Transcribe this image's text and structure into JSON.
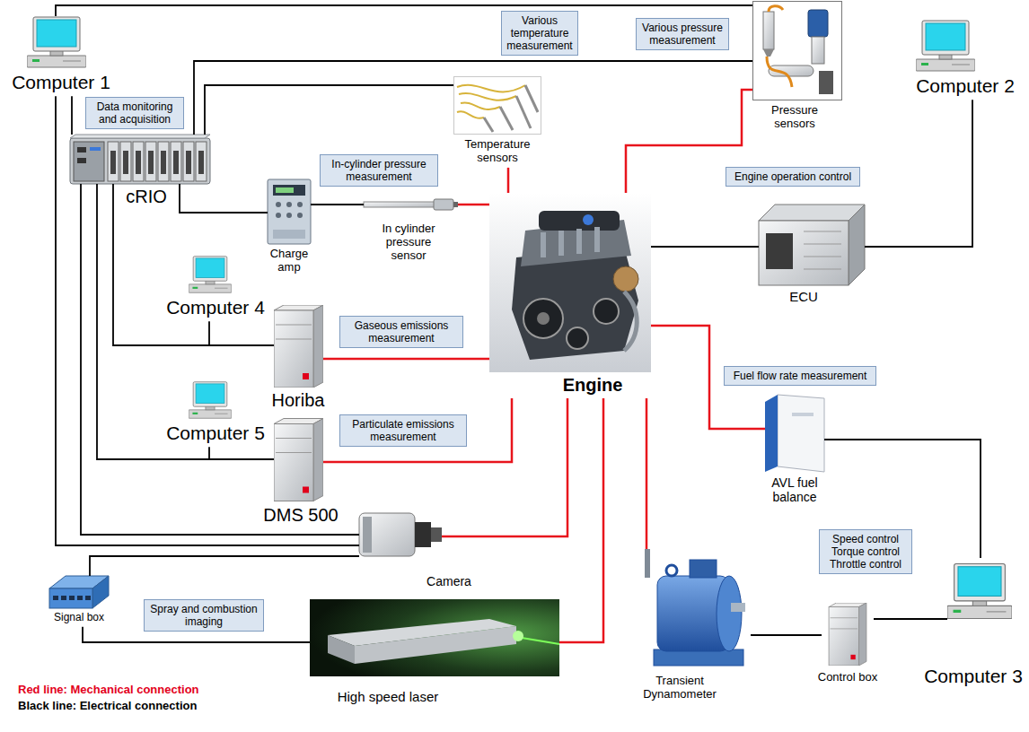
{
  "diagram": {
    "nodes": [
      {
        "text": [
          "Computer 1"
        ]
      },
      {
        "text": [
          "Data monitoring and acquisition"
        ]
      },
      {
        "text": [
          "cRIO"
        ]
      },
      {
        "text": [
          "Various temperature measurement"
        ]
      },
      {
        "text": [
          "Temperature sensors"
        ]
      },
      {
        "text": [
          "Various pressure measurement"
        ]
      },
      {
        "text": [
          "Pressure sensors"
        ]
      },
      {
        "text": [
          "Computer 2"
        ]
      },
      {
        "text": [
          "In-cylinder pressure measurement"
        ]
      },
      {
        "text": [
          "Charge amp"
        ]
      },
      {
        "text": [
          "In cylinder pressure sensor"
        ]
      },
      {
        "text": [
          "Engine operation control"
        ]
      },
      {
        "text": [
          "Engine"
        ]
      },
      {
        "text": [
          "ECU"
        ]
      },
      {
        "text": [
          "Computer 4"
        ]
      },
      {
        "text": [
          "Gaseous emissions measurement"
        ]
      },
      {
        "text": [
          "Horiba"
        ]
      },
      {
        "text": [
          "Fuel flow rate measurement"
        ]
      },
      {
        "text": [
          "AVL fuel balance"
        ]
      },
      {
        "text": [
          "Computer 5"
        ]
      },
      {
        "text": [
          "Particulate emissions measurement"
        ]
      },
      {
        "text": [
          "DMS 500"
        ]
      },
      {
        "text": [
          "Camera"
        ]
      },
      {
        "text": [
          "Signal box"
        ]
      },
      {
        "text": [
          "Spray and combustion imaging"
        ]
      },
      {
        "text": [
          "High speed laser"
        ]
      },
      {
        "text": [
          "Transient Dynamometer"
        ]
      },
      {
        "text": [
          "Speed control Torque control Throttle control"
        ]
      },
      {
        "text": [
          "Control box"
        ]
      },
      {
        "text": [
          "Computer 3"
        ]
      }
    ],
    "edges": [
      {
        "from": 0,
        "to": 6,
        "arrow": "none"
      },
      {
        "from": 2,
        "to": 6,
        "arrow": "none"
      },
      {
        "from": 2,
        "to": 4,
        "arrow": "none"
      },
      {
        "from": 0,
        "to": 2,
        "arrow": "none"
      },
      {
        "from": 0,
        "to": 22,
        "arrow": "none"
      },
      {
        "from": 2,
        "to": 22,
        "arrow": "none"
      },
      {
        "from": 2,
        "to": 9,
        "arrow": "none"
      },
      {
        "from": 9,
        "to": 10,
        "arrow": "none"
      },
      {
        "from": 2,
        "to": 16,
        "arrow": "none"
      },
      {
        "from": 14,
        "to": 16,
        "arrow": "none"
      },
      {
        "from": 2,
        "to": 21,
        "arrow": "none"
      },
      {
        "from": 19,
        "to": 21,
        "arrow": "none"
      },
      {
        "from": 23,
        "to": 22,
        "arrow": "none"
      },
      {
        "from": 23,
        "to": 25,
        "arrow": "none"
      },
      {
        "from": 12,
        "to": 13,
        "arrow": "none"
      },
      {
        "from": 13,
        "to": 7,
        "arrow": "none"
      },
      {
        "from": 18,
        "to": 29,
        "arrow": "none"
      },
      {
        "from": 28,
        "to": 29,
        "arrow": "none"
      },
      {
        "from": 26,
        "to": 28,
        "arrow": "none"
      },
      {
        "from": 10,
        "to": 12,
        "arrow": "none"
      },
      {
        "from": 4,
        "to": 12,
        "arrow": "none"
      },
      {
        "from": 6,
        "to": 12,
        "arrow": "none"
      },
      {
        "from": 16,
        "to": 12,
        "arrow": "none"
      },
      {
        "from": 21,
        "to": 12,
        "arrow": "none"
      },
      {
        "from": 22,
        "to": 12,
        "arrow": "none"
      },
      {
        "from": 25,
        "to": 12,
        "arrow": "none"
      },
      {
        "from": 12,
        "to": 26,
        "arrow": "none"
      },
      {
        "from": 12,
        "to": 18,
        "arrow": "none"
      }
    ],
    "legend": [
      {
        "text": "Red line: Mechanical connection"
      },
      {
        "text": "Black line: Electrical connection"
      }
    ]
  }
}
